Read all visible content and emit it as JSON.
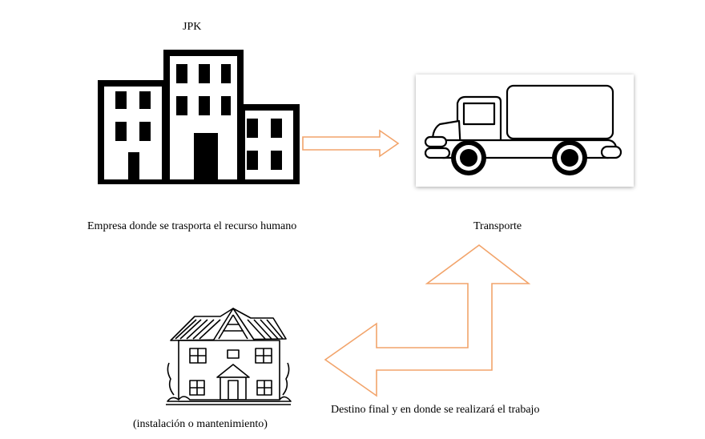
{
  "company": {
    "name": "JPK",
    "caption": "Empresa donde se trasporta el recurso humano",
    "icon": "office-building-icon"
  },
  "transport": {
    "caption": "Transporte",
    "icon": "truck-icon"
  },
  "destination": {
    "caption": "Destino final y en donde se realizará el trabajo",
    "subcaption": "(instalación o mantenimiento)",
    "icon": "house-icon"
  },
  "colors": {
    "arrow_stroke": "#f2a46b",
    "ink": "#000000"
  }
}
